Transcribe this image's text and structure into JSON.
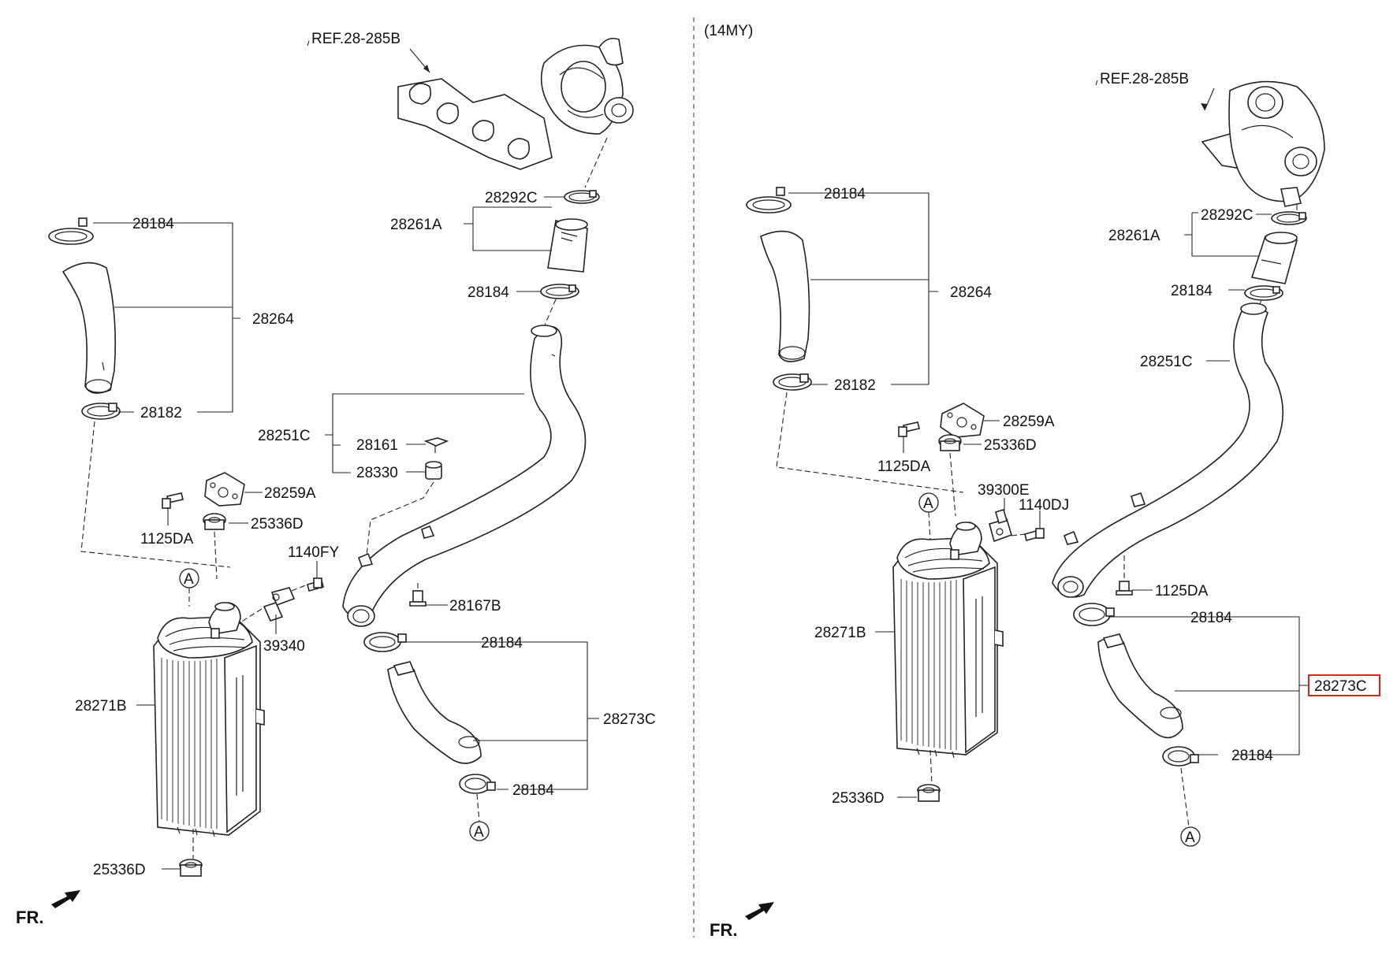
{
  "left": {
    "ref": "REF.28-285B",
    "fr": "FR.",
    "a": "A",
    "labels": {
      "c28292": "28292C",
      "c28261": "28261A",
      "c28184_top": "28184",
      "h28184": "28184",
      "h28264": "28264",
      "h28182": "28182",
      "p28251": "28251C",
      "p28161": "28161",
      "p28330": "28330",
      "b28259": "28259A",
      "g25336_top": "25336D",
      "b1125": "1125DA",
      "b1140": "1140FY",
      "s39340": "39340",
      "b28167": "28167B",
      "c28184_mid": "28184",
      "h28273": "28273C",
      "c28184_bot": "28184",
      "ic28271": "28271B",
      "g25336_bot": "25336D"
    }
  },
  "right": {
    "title": "(14MY)",
    "ref": "REF.28-285B",
    "fr": "FR.",
    "a": "A",
    "labels": {
      "h28184": "28184",
      "h28264": "28264",
      "h28182": "28182",
      "c28292": "28292C",
      "c28261": "28261A",
      "c28184": "28184",
      "p28251": "28251C",
      "b28259": "28259A",
      "g25336_top": "25336D",
      "b1125": "1125DA",
      "s39300": "39300E",
      "b1140": "1140DJ",
      "ic28271": "28271B",
      "b1125_b": "1125DA",
      "c28184_mid": "28184",
      "h28273": "28273C",
      "c28184_bot": "28184",
      "g25336_bot": "25336D"
    }
  },
  "highlight_color": "#e0211a"
}
